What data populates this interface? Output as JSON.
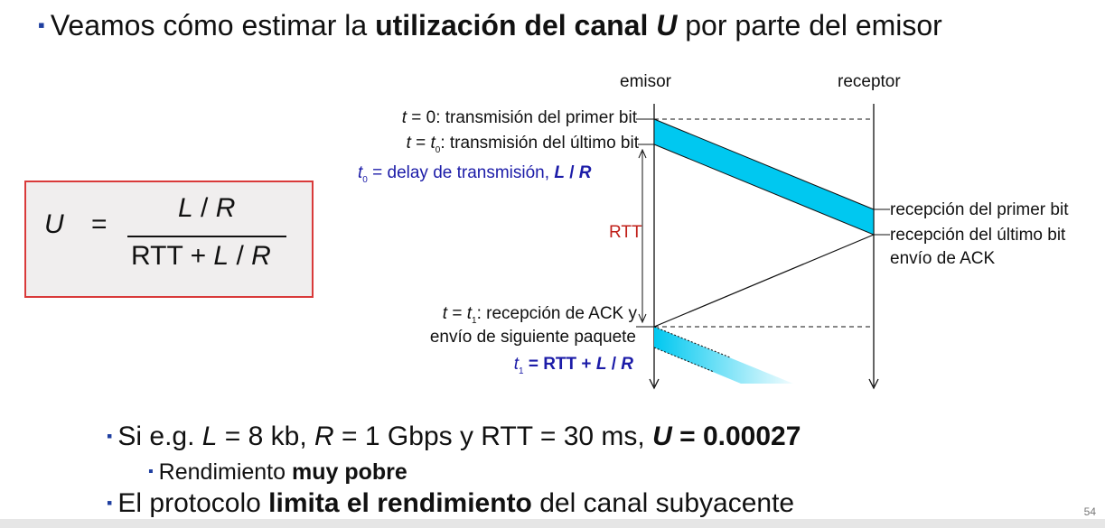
{
  "heading": {
    "pre": "Veamos cómo estimar la ",
    "bold": "utilización del canal ",
    "bold_italic": "U",
    "post": " por parte del emisor"
  },
  "diagram": {
    "emisor_label": "emisor",
    "receptor_label": "receptor",
    "t0_line": {
      "t": "t",
      "rest": " = 0: transmisión del primer bit"
    },
    "tlast_line": {
      "t": "t",
      "eq": " = ",
      "t0": "t",
      "sub": "0",
      "rest": ": transmisión del último bit"
    },
    "delay_line": {
      "t": "t",
      "sub": "0",
      "rest": " = delay de transmisión, ",
      "L": "L",
      "slash": " / ",
      "R": "R"
    },
    "rtt_label": "RTT",
    "recv_first": "recepción del primer bit",
    "recv_last": "recepción del último bit",
    "ack_send": "envío de ACK",
    "t1_line": {
      "t": "t",
      "eq": " = ",
      "t1": "t",
      "sub": "1",
      "rest": ": recepción de ACK y"
    },
    "next_pkt": "envío de siguiente paquete",
    "t1_eq": {
      "t": "t",
      "sub": "1",
      "eq": " = RTT + ",
      "L": "L",
      "slash": " / ",
      "R": "R"
    },
    "colors": {
      "packet": "#00c8f0",
      "ack_line": "#111111",
      "rtt": "#c0201a",
      "blue_text": "#1c1ca8"
    }
  },
  "formula": {
    "U": "U",
    "eq": "=",
    "num_L": "L",
    "num_slash": " / ",
    "num_R": "R",
    "den_rtt": "RTT + ",
    "den_L": "L",
    "den_slash": " / ",
    "den_R": "R"
  },
  "bullets": {
    "b1": {
      "pre": "Si e.g. ",
      "L": "L",
      "mid1": " = 8 kb, ",
      "R": "R",
      "mid2": " = 1 Gbps y RTT = 30 ms, ",
      "U": "U",
      "result": " = 0.00027"
    },
    "b1_sub": {
      "pre": "Rendimiento ",
      "bold": "muy pobre"
    },
    "b2": {
      "pre": "El protocolo ",
      "bold": "limita el rendimiento",
      "post": " del canal subyacente"
    }
  },
  "page_number": "54"
}
